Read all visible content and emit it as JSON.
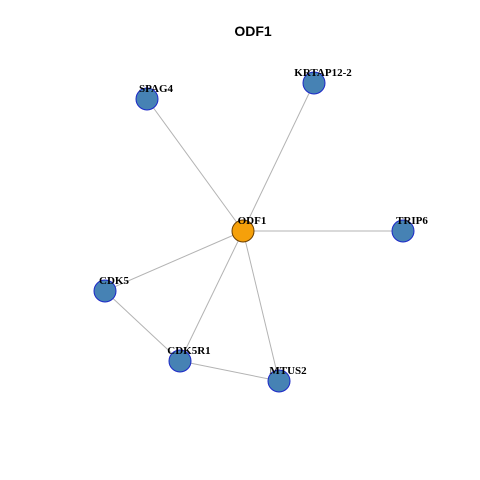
{
  "title": "ODF1",
  "colors": {
    "center_fill": "#f5a00a",
    "center_stroke": "#6b3e00",
    "node_fill": "#4682b4",
    "node_stroke": "#1c28c8",
    "edge": "#b3b3b3"
  },
  "nodes": [
    {
      "id": "ODF1",
      "label": "ODF1",
      "center": true
    },
    {
      "id": "SPAG4",
      "label": "SPAG4"
    },
    {
      "id": "KRTAP12-2",
      "label": "KRTAP12-2"
    },
    {
      "id": "TRIP6",
      "label": "TRIP6"
    },
    {
      "id": "CDK5",
      "label": "CDK5"
    },
    {
      "id": "CDK5R1",
      "label": "CDK5R1"
    },
    {
      "id": "MTUS2",
      "label": "MTUS2"
    }
  ],
  "edges": [
    [
      "ODF1",
      "SPAG4"
    ],
    [
      "ODF1",
      "KRTAP12-2"
    ],
    [
      "ODF1",
      "TRIP6"
    ],
    [
      "ODF1",
      "CDK5"
    ],
    [
      "ODF1",
      "CDK5R1"
    ],
    [
      "ODF1",
      "MTUS2"
    ],
    [
      "CDK5",
      "CDK5R1"
    ],
    [
      "CDK5R1",
      "MTUS2"
    ]
  ]
}
